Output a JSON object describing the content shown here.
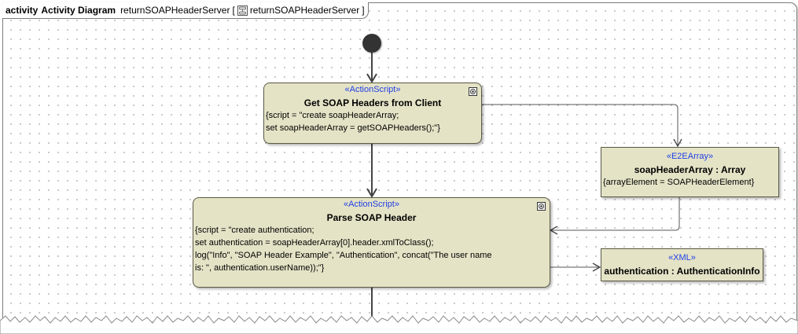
{
  "frame": {
    "kind": "activity",
    "type_label": "Activity Diagram",
    "name": "returnSOAPHeaderServer",
    "context_open": "[",
    "context_name": "returnSOAPHeaderServer",
    "context_close": "]",
    "context_icon": "activity-icon"
  },
  "nodes": {
    "get_headers": {
      "stereotype": "«ActionScript»",
      "name": "Get SOAP Headers from Client",
      "body": "{script = \"create soapHeaderArray;\nset soapHeaderArray = getSOAPHeaders();\"}",
      "icon": "subactivity-icon"
    },
    "header_array": {
      "stereotype": "«E2EArray»",
      "name": "soapHeaderArray : Array",
      "body": "{arrayElement = SOAPHeaderElement}"
    },
    "parse_header": {
      "stereotype": "«ActionScript»",
      "name": "Parse SOAP Header",
      "body": "{script = \"create authentication;\nset authentication = soapHeaderArray[0].header.xmlToClass();\nlog(\"Info\", \"SOAP Header Example\", \"Authentication\", concat(\"The user name\nis: \", authentication.userName));\"}",
      "icon": "subactivity-icon"
    },
    "auth_info": {
      "stereotype": "«XML»",
      "name": "authentication : AuthenticationInfo"
    }
  },
  "colors": {
    "node_fill": "#e5e3c6",
    "node_border": "#5b5a45",
    "stereotype_text": "#1f3fe6",
    "control_flow": "#444444",
    "object_flow": "#555555",
    "initial_node": "#333333"
  }
}
